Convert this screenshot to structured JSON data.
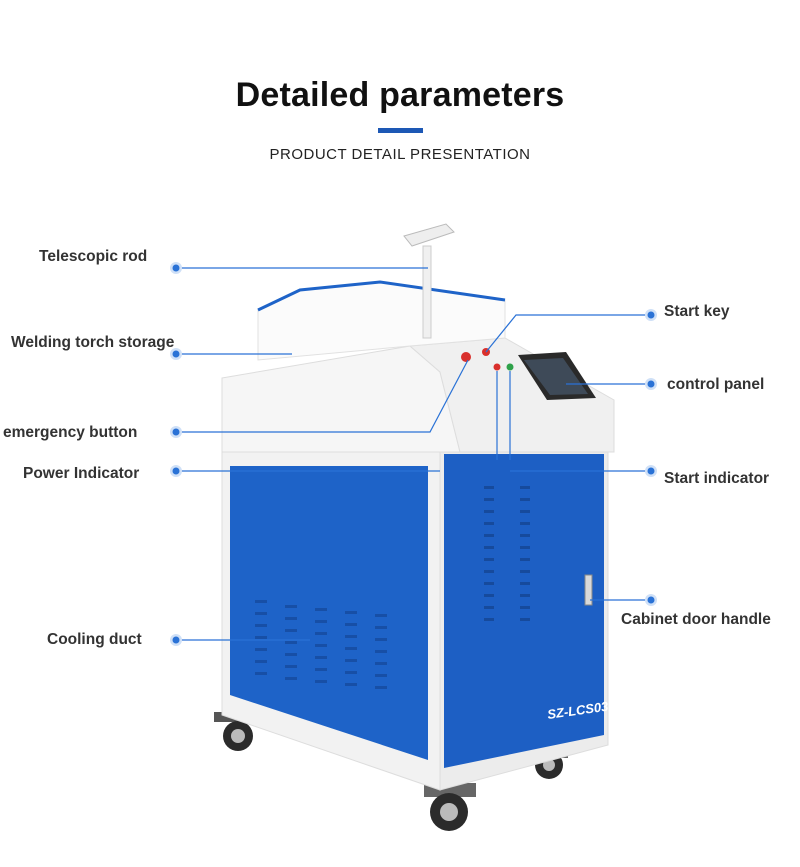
{
  "header": {
    "title": "Detailed parameters",
    "subtitle": "PRODUCT DETAIL PRESENTATION",
    "accent_color": "#1d58b5"
  },
  "callouts": {
    "telescopic_rod": "Telescopic rod",
    "welding_torch_storage": "Welding torch storage",
    "emergency_button": "emergency button",
    "power_indicator": "Power Indicator",
    "cooling_duct": "Cooling duct",
    "start_key": "Start key",
    "control_panel": "control panel",
    "start_indicator": "Start indicator",
    "cabinet_door_handle": "Cabinet door handle"
  },
  "machine": {
    "model_label": "SZ-LCS03",
    "body_color": "#1e63c8",
    "frame_color": "#f4f4f4"
  }
}
